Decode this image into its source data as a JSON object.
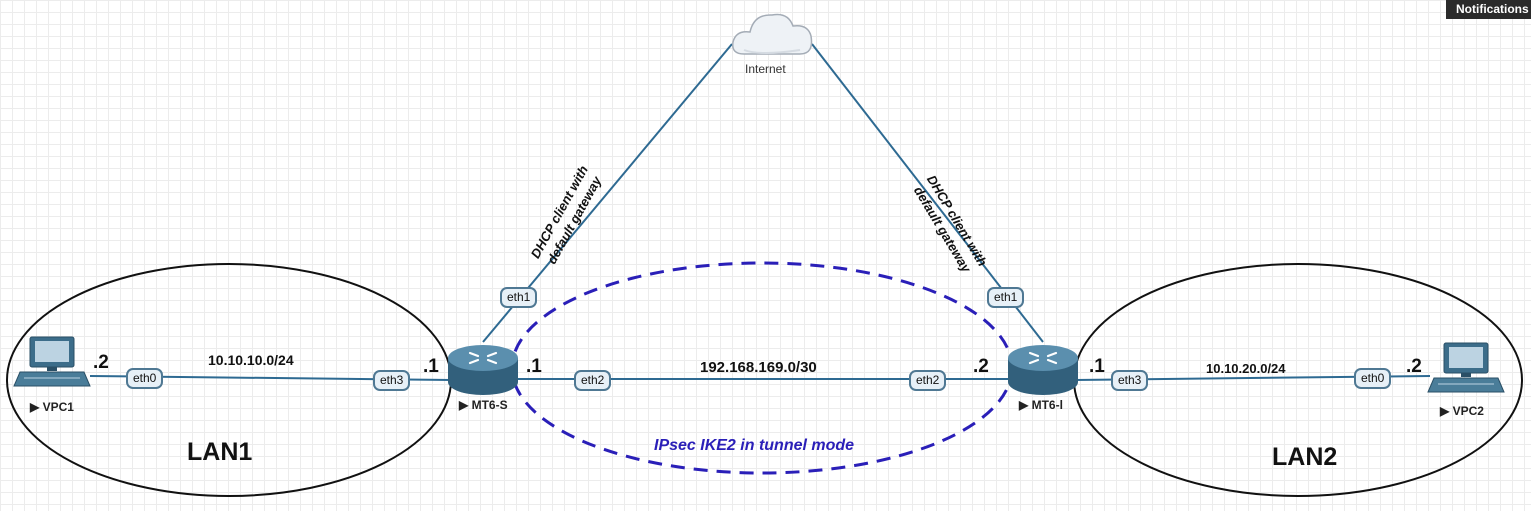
{
  "notification": "Notifications",
  "cloud": {
    "label": "Internet",
    "icon": "cloud-icon"
  },
  "lan1": {
    "name": "LAN1",
    "network": "10.10.10.0/24"
  },
  "lan2": {
    "name": "LAN2",
    "network": "10.10.20.0/24"
  },
  "transit": {
    "network": "192.168.169.0/30"
  },
  "tunnel": {
    "label": "IPsec IKE2 in tunnel mode",
    "color": "#2a1fb8"
  },
  "dhcp_left": {
    "line1": "DHCP client with",
    "line2": "default gateway"
  },
  "dhcp_right": {
    "line1": "DHCP client with",
    "line2": "default gateway"
  },
  "nodes": {
    "vpc1": {
      "label": "VPC1",
      "icon": "computer-icon"
    },
    "vpc2": {
      "label": "VPC2",
      "icon": "computer-icon"
    },
    "mt6s": {
      "label": "MT6-S",
      "icon": "router-icon"
    },
    "mt6l": {
      "label": "MT6-l",
      "icon": "router-icon"
    }
  },
  "ports": {
    "vpc1_eth0": "eth0",
    "mt6s_eth3": "eth3",
    "mt6s_eth1": "eth1",
    "mt6s_eth2": "eth2",
    "mt6l_eth2": "eth2",
    "mt6l_eth1": "eth1",
    "mt6l_eth3": "eth3",
    "vpc2_eth0": "eth0"
  },
  "addresses": {
    "vpc1": ".2",
    "mt6s_eth3": ".1",
    "mt6s_eth2": ".1",
    "mt6l_eth2": ".2",
    "mt6l_eth3": ".1",
    "vpc2": ".2"
  },
  "colors": {
    "link": "#2e6a92",
    "router": "#4a7d99",
    "port_border": "#4f7893"
  }
}
